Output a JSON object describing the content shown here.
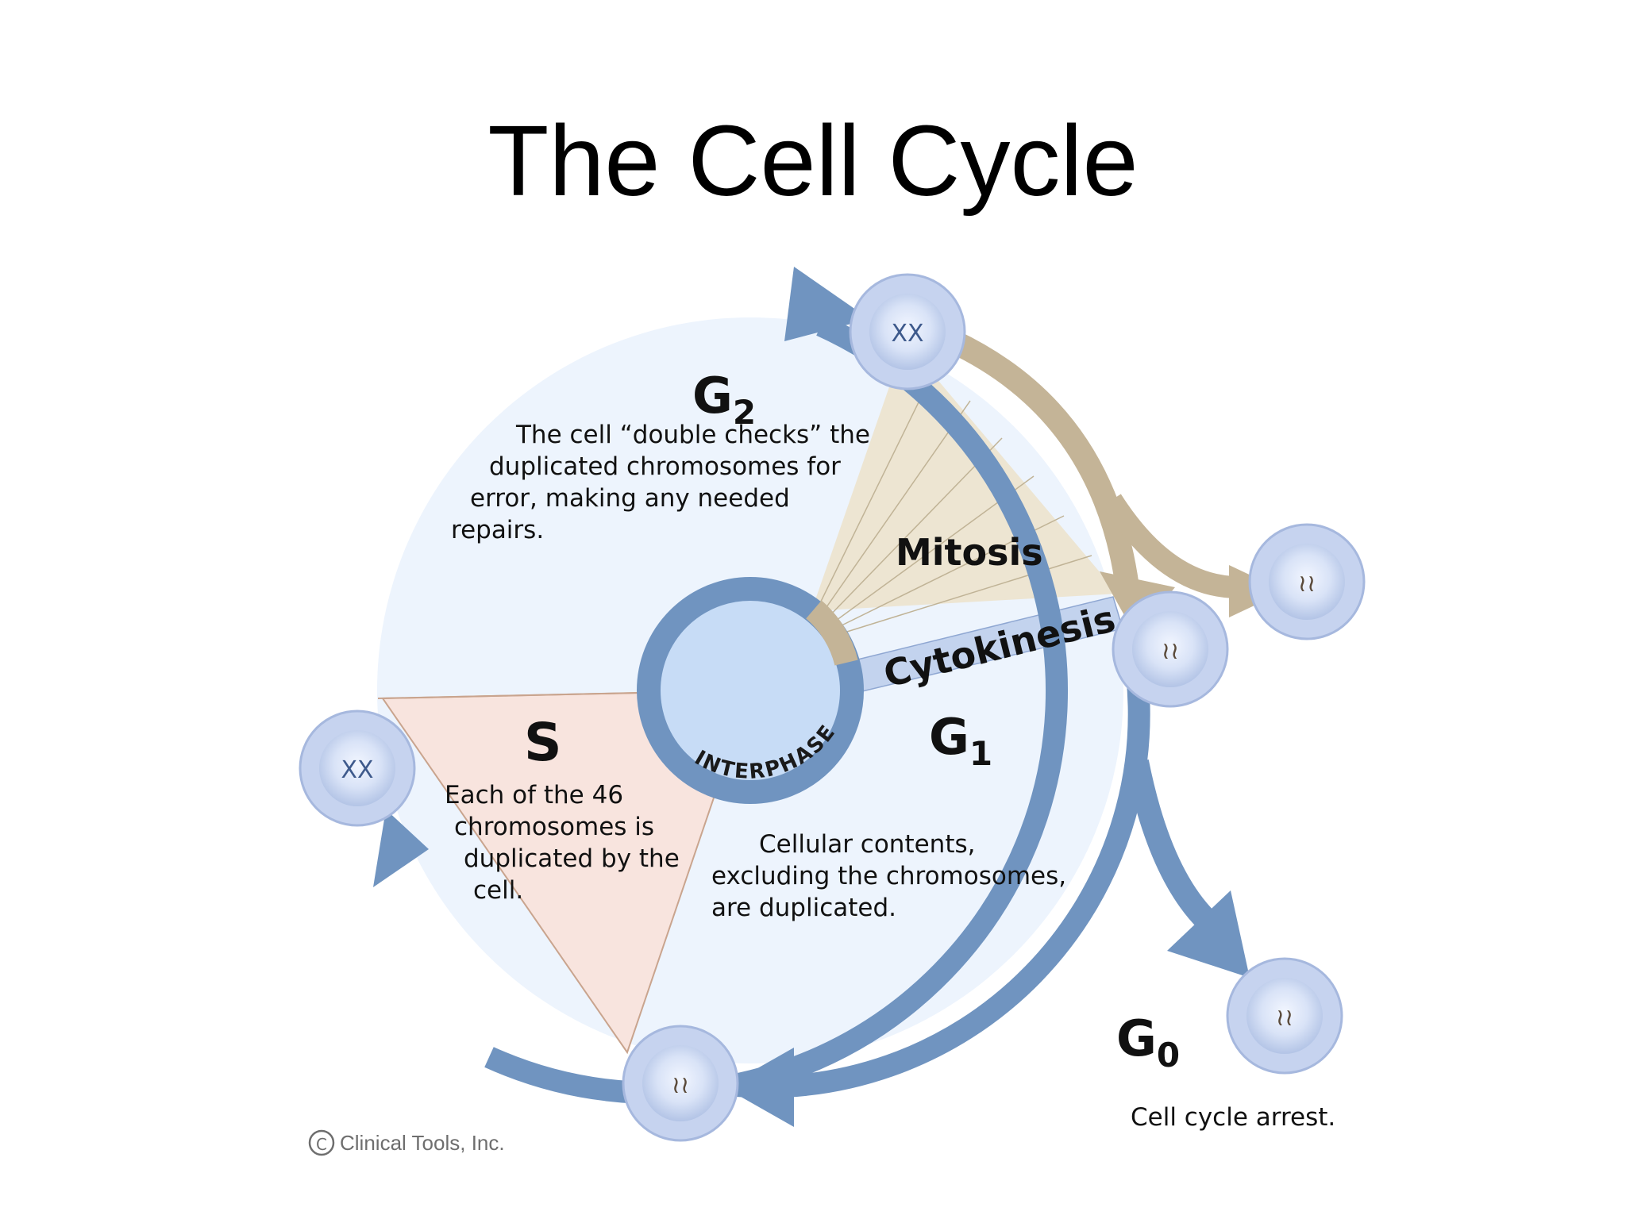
{
  "title": "The Cell Cycle",
  "phases": {
    "g2": {
      "letter": "G",
      "subscript": "2",
      "lines": [
        "The cell “double checks” the",
        "duplicated chromosomes for",
        "error, making any needed",
        "repairs."
      ]
    },
    "s": {
      "label": "S",
      "lines": [
        "Each of the 46",
        "chromosomes is",
        "duplicated by the",
        "cell."
      ]
    },
    "g1": {
      "letter": "G",
      "subscript": "1",
      "lines": [
        "Cellular contents,",
        "excluding the chromosomes,",
        "are duplicated."
      ]
    },
    "g0": {
      "letter": "G",
      "subscript": "0",
      "lines": [
        "Cell cycle arrest."
      ]
    },
    "mitosis": "Mitosis",
    "cytokinesis": "Cytokinesis",
    "interphase": "INTERPHASE"
  },
  "credit": "Clinical Tools, Inc.",
  "colors": {
    "arrow_blue": "#7094c0",
    "circle_fill": "#edf4fd",
    "s_sector": "#f8e4de",
    "mitosis_fill": "#ede5d2",
    "mitosis_arrow": "#c4b497",
    "cytokinesis_band": "#c3d3ee",
    "cell_fill": "#c6d3ef"
  }
}
